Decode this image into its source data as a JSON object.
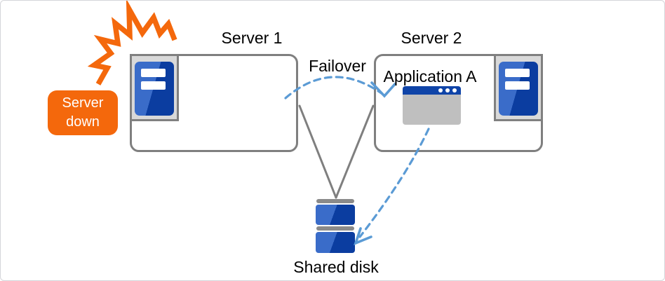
{
  "theme": {
    "orange": "#F4680C",
    "blue_light": "#3A6CC9",
    "blue_dark": "#0B3DA0",
    "titlebar_blue": "#0F44A8",
    "icon_bg": "#D9D9D9",
    "icon_border": "#808080",
    "box_border": "#7F7F7F",
    "line_gray": "#7F7F7F",
    "arrow_blue": "#5B9BD5",
    "window_body": "#BFBFBF",
    "disk_bar_gray": "#8A8A8A",
    "text_color": "#000000",
    "canvas_bg": "#FFFFFF"
  },
  "diagram": {
    "server1": {
      "label": "Server 1"
    },
    "server2": {
      "label": "Server 2"
    },
    "application": {
      "label": "Application A"
    },
    "shared_disk": {
      "label": "Shared disk"
    },
    "server_down_badge": {
      "label": "Server down"
    },
    "failover_arrow": {
      "label": "Failover",
      "from": "Server 1",
      "to": "Server 2",
      "style": "dashed"
    },
    "app_to_disk_arrow": {
      "from": "Application A",
      "to": "Shared disk",
      "style": "dashed"
    },
    "disk_links": [
      {
        "from": "Server 1",
        "to": "Shared disk",
        "style": "solid"
      },
      {
        "from": "Server 2",
        "to": "Shared disk",
        "style": "solid"
      }
    ]
  }
}
